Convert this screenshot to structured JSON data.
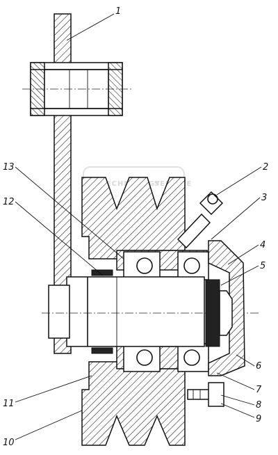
{
  "watermark": {
    "line1": "TECHNOLOGY",
    "line2": "SERVICE"
  },
  "callouts": [
    {
      "id": "1",
      "text": "1"
    },
    {
      "id": "2",
      "text": "2"
    },
    {
      "id": "3",
      "text": "3"
    },
    {
      "id": "4",
      "text": "4"
    },
    {
      "id": "5",
      "text": "5"
    },
    {
      "id": "6",
      "text": "6"
    },
    {
      "id": "7",
      "text": "7"
    },
    {
      "id": "8",
      "text": "8"
    },
    {
      "id": "9",
      "text": "9"
    },
    {
      "id": "10",
      "text": "10"
    },
    {
      "id": "11",
      "text": "11"
    },
    {
      "id": "12",
      "text": "12"
    },
    {
      "id": "13",
      "text": "13"
    }
  ]
}
